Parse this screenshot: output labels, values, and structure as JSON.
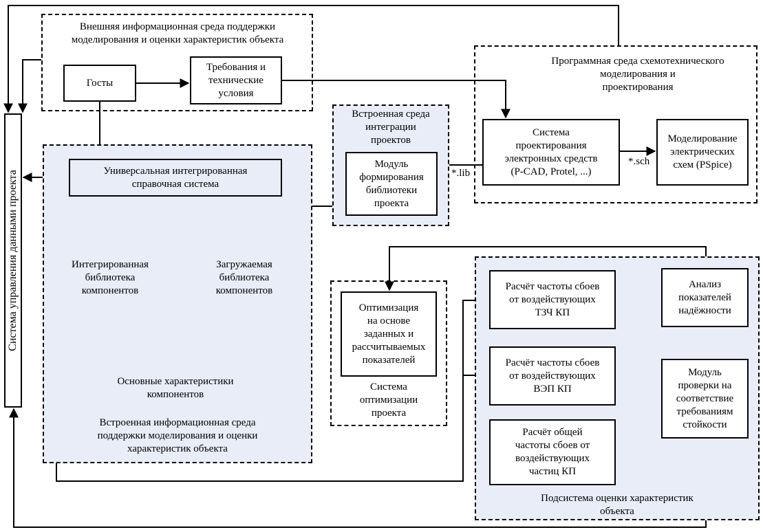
{
  "sidebar": {
    "title": "Система управления данными проекта"
  },
  "external_env": {
    "title": "Внешняя информационная среда поддержки\nмоделирования и оценки характеристик объекта",
    "gosty": "Госты",
    "requirements": "Требования и\nтехнические\nусловия"
  },
  "program_env": {
    "title": "Программная среда схемотехнического\nмоделирования и\nпроектирования",
    "design_system": "Система\nпроектирования\nэлектронных средств\n(P-CAD, Protel, ...)",
    "modeling": "Моделирование\nэлектрических\nсхем (PSpice)",
    "sch_label": "*.sch"
  },
  "integration_env": {
    "title": "Встроенная среда\nинтеграции\nпроектов",
    "module": "Модуль\nформирования\nбиблиотеки\nпроекта",
    "lib_label": "*.lib"
  },
  "embedded_env": {
    "reference_system": "Универсальная интегрированная\nсправочная система",
    "integrated_library": "Интегрированная\nбиблиотека\nкомпонентов",
    "loadable_library": "Загружаемая\nбиблиотека\nкомпонентов",
    "main_characteristics": "Основные характеристики\nкомпонентов",
    "title": "Встроенная информационная среда\nподдержки моделирования и оценки\nхарактеристик объекта"
  },
  "optimization": {
    "box": "Оптимизация\nна основе\nзаданных и\nрассчитываемых\nпоказателей",
    "title": "Система\nоптимизации\nпроекта"
  },
  "assessment": {
    "calc_tzch": "Расчёт частоты сбоев\nот воздействующих\nТЗЧ КП",
    "calc_vep": "Расчёт частоты сбоев\nот воздействующих\nВЭП КП",
    "calc_total": "Расчёт общей\nчастоты сбоев от\nвоздействующих\nчастиц КП",
    "reliability": "Анализ\nпоказателей\nнадёжности",
    "check_module": "Модуль\nпроверки на\nсоответствие\nтребованиям\nстойкости",
    "title": "Подсистема оценки характеристик\nобъекта"
  },
  "colors": {
    "region_fill": "#e9edf7",
    "line": "#000000"
  }
}
